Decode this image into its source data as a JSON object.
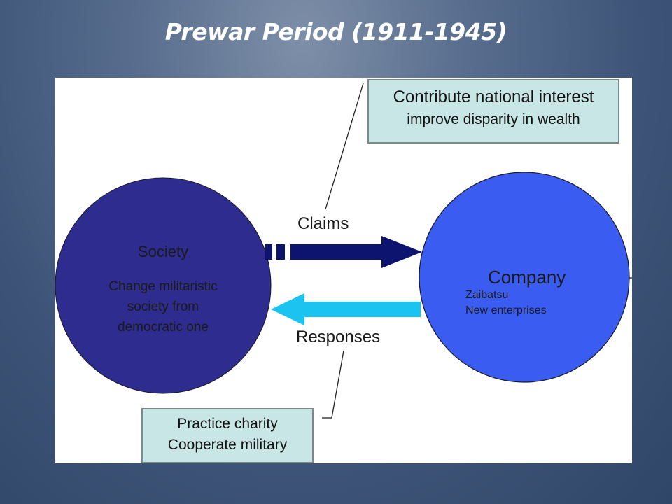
{
  "slide": {
    "title": "Prewar Period (1911-1945)"
  },
  "society": {
    "title": "Society",
    "lines": [
      "Change militaristic",
      "society from",
      "democratic one"
    ],
    "color": "#2e2c8e"
  },
  "company": {
    "title": "Company",
    "lines": [
      "Zaibatsu",
      "New enterprises"
    ],
    "color": "#3a5cf0"
  },
  "arrows": {
    "claims_label": "Claims",
    "responses_label": "Responses",
    "claims_color": "#0d1470",
    "responses_color": "#1ac3f0"
  },
  "claims_box": {
    "line1": "Contribute national interest",
    "line2": "improve disparity in wealth"
  },
  "responses_box": {
    "line1": "Practice charity",
    "line2": "Cooperate military"
  }
}
